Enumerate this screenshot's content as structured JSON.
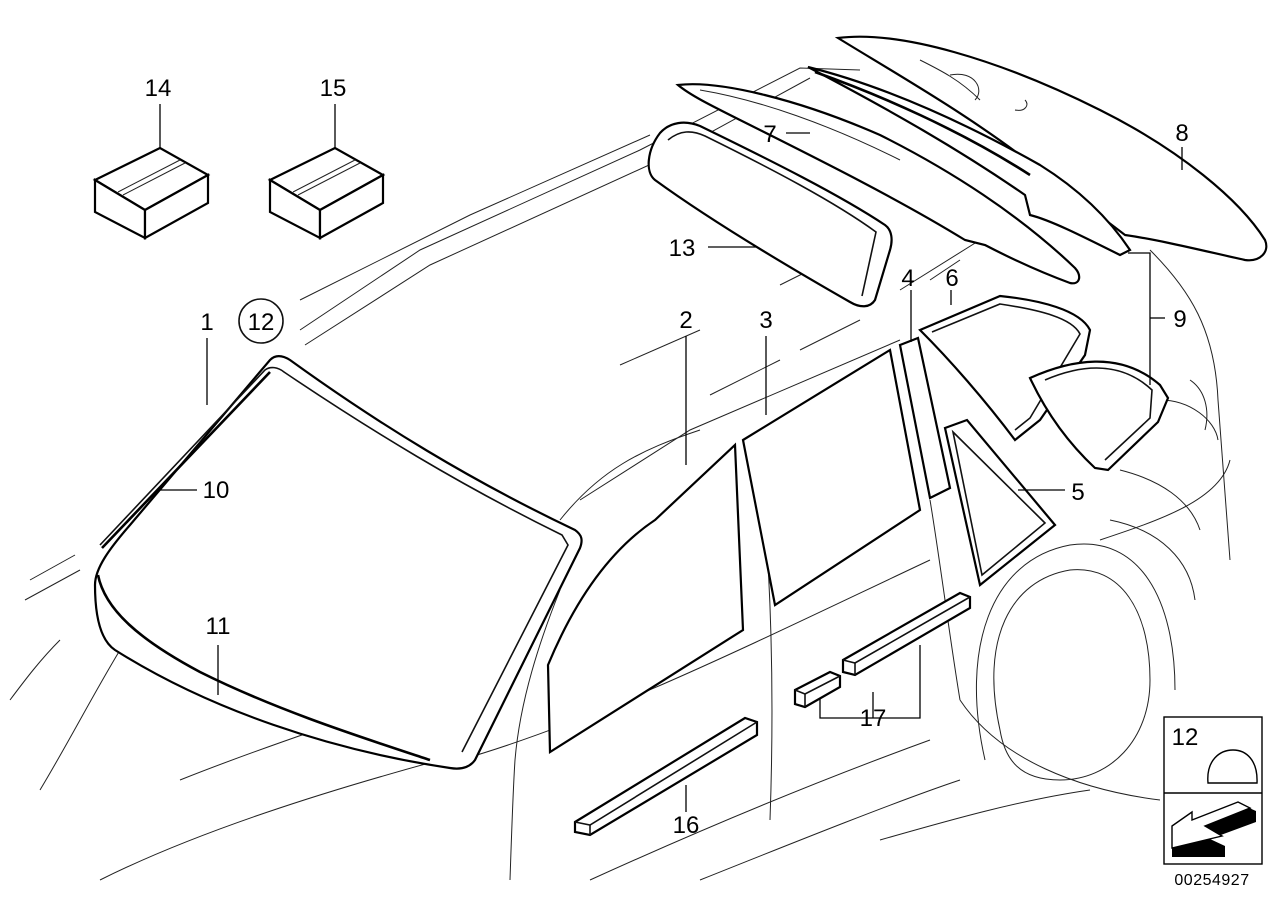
{
  "labels": {
    "l1": "1",
    "l2": "2",
    "l3": "3",
    "l4": "4",
    "l5": "5",
    "l6": "6",
    "l7": "7",
    "l8": "8",
    "l9": "9",
    "l10": "10",
    "l11": "11",
    "l12": "12",
    "l13": "13",
    "l14": "14",
    "l15": "15",
    "l16": "16",
    "l17": "17"
  },
  "legend": {
    "label": "12"
  },
  "doc_number": "00254927"
}
